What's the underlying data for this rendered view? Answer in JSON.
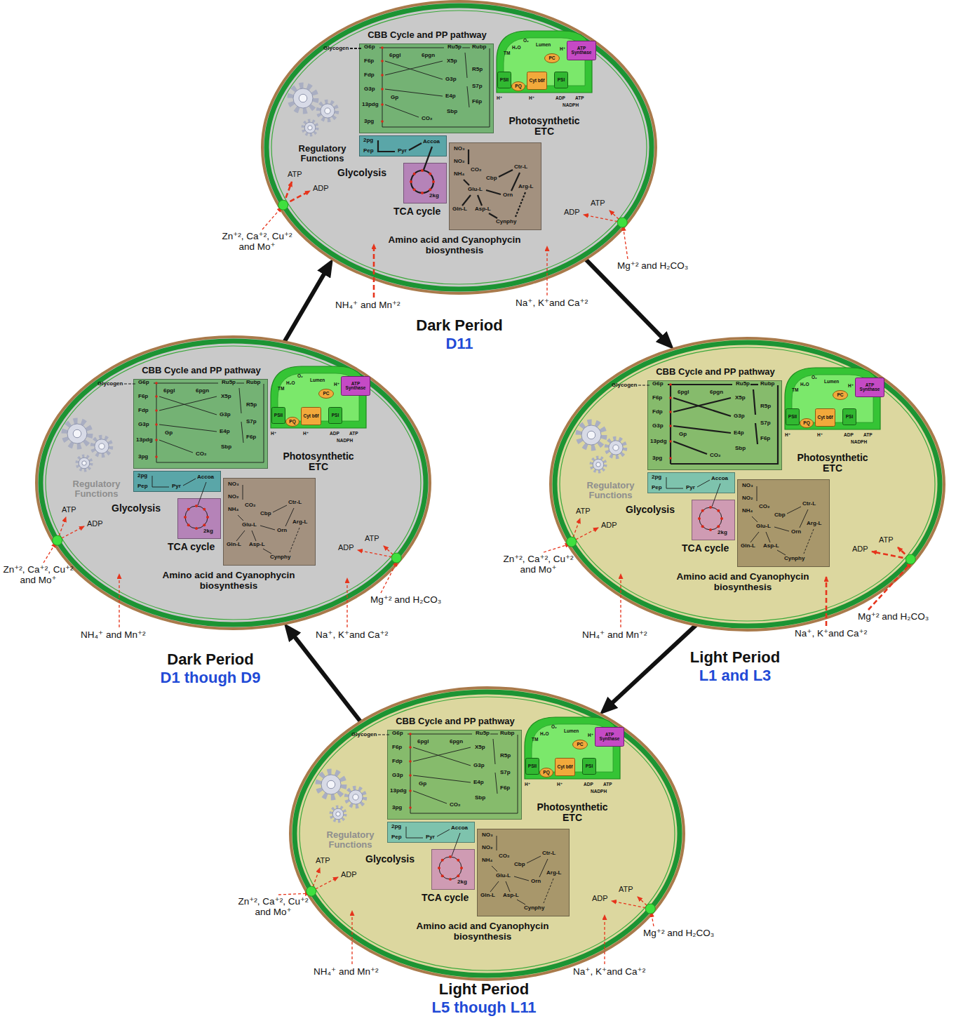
{
  "diagram": {
    "nodes": [
      {
        "text": [
          "Dark Period",
          "D11"
        ]
      },
      {
        "text": [
          "CBB Cycle and PP pathway"
        ],
        "in": 0
      },
      {
        "text": [
          "Photosynthetic ETC"
        ],
        "in": 0
      },
      {
        "text": [
          "PC"
        ],
        "in": 2
      },
      {
        "text": [
          "ATP Synthase"
        ],
        "in": 2
      },
      {
        "text": [
          "PSII"
        ],
        "in": 2
      },
      {
        "text": [
          "PQ"
        ],
        "in": 2
      },
      {
        "text": [
          "Cyt b6f"
        ],
        "in": 2
      },
      {
        "text": [
          "PSI"
        ],
        "in": 2
      },
      {
        "text": [
          "Glycolysis"
        ],
        "in": 0
      },
      {
        "text": [
          "TCA cycle"
        ],
        "in": 0
      },
      {
        "text": [
          "Amino acid and Cyanophycin biosynthesis"
        ],
        "in": 0
      },
      {
        "text": [
          "Dark Period",
          "D1 though D9"
        ]
      },
      {
        "text": [
          "CBB Cycle and PP pathway"
        ],
        "in": 12
      },
      {
        "text": [
          "Photosynthetic ETC"
        ],
        "in": 12
      },
      {
        "text": [
          "PC"
        ],
        "in": 14
      },
      {
        "text": [
          "ATP Synthase"
        ],
        "in": 14
      },
      {
        "text": [
          "PSII"
        ],
        "in": 14
      },
      {
        "text": [
          "PQ"
        ],
        "in": 14
      },
      {
        "text": [
          "Cyt b6f"
        ],
        "in": 14
      },
      {
        "text": [
          "PSI"
        ],
        "in": 14
      },
      {
        "text": [
          "Glycolysis"
        ],
        "in": 12
      },
      {
        "text": [
          "TCA cycle"
        ],
        "in": 12
      },
      {
        "text": [
          "Amino acid and Cyanophycin biosynthesis"
        ],
        "in": 12
      },
      {
        "text": [
          "Light Period",
          "L1 and L3"
        ]
      },
      {
        "text": [
          "CBB Cycle and PP pathway"
        ],
        "in": 24
      },
      {
        "text": [
          "Photosynthetic ETC"
        ],
        "in": 24
      },
      {
        "text": [
          "PC"
        ],
        "in": 26
      },
      {
        "text": [
          "ATP Synthase"
        ],
        "in": 26
      },
      {
        "text": [
          "PSII"
        ],
        "in": 26
      },
      {
        "text": [
          "PQ"
        ],
        "in": 26
      },
      {
        "text": [
          "Cyt b6f"
        ],
        "in": 26
      },
      {
        "text": [
          "PSI"
        ],
        "in": 26
      },
      {
        "text": [
          "Glycolysis"
        ],
        "in": 24
      },
      {
        "text": [
          "TCA cycle"
        ],
        "in": 24
      },
      {
        "text": [
          "Amino acid and Cyanophycin biosynthesis"
        ],
        "in": 24
      },
      {
        "text": [
          "Light Period",
          "L5 though L11"
        ]
      },
      {
        "text": [
          "CBB Cycle and PP pathway"
        ],
        "in": 36
      },
      {
        "text": [
          "Photosynthetic ETC"
        ],
        "in": 36
      },
      {
        "text": [
          "PC"
        ],
        "in": 38
      },
      {
        "text": [
          "ATP Synthase"
        ],
        "in": 38
      },
      {
        "text": [
          "PSII"
        ],
        "in": 38
      },
      {
        "text": [
          "PQ"
        ],
        "in": 38
      },
      {
        "text": [
          "Cyt b6f"
        ],
        "in": 38
      },
      {
        "text": [
          "PSI"
        ],
        "in": 38
      },
      {
        "text": [
          "Glycolysis"
        ],
        "in": 36
      },
      {
        "text": [
          "TCA cycle"
        ],
        "in": 36
      },
      {
        "text": [
          "Amino acid and Cyanophycin biosynthesis"
        ],
        "in": 36
      }
    ],
    "edges": [
      {
        "from": 0,
        "to": 24,
        "arrow": "to"
      },
      {
        "from": 24,
        "to": 36,
        "arrow": "to"
      },
      {
        "from": 36,
        "to": 12,
        "arrow": "to"
      },
      {
        "from": 12,
        "to": 0,
        "arrow": "to"
      }
    ],
    "labels": [
      "Regulatory Functions",
      "Glycogen",
      "G6p",
      "6pgl",
      "6pgn",
      "Ru5p",
      "Rubp",
      "F6p",
      "X5p",
      "R5p",
      "Fdp",
      "G3p",
      "S7p",
      "G3p",
      "Gp",
      "E4p",
      "F6p",
      "13pdg",
      "Sbp",
      "CO₂",
      "3pg",
      "TM",
      "H₂O",
      "O₂",
      "Lumen",
      "H⁺",
      "H⁺",
      "H⁺",
      "ADP",
      "ATP",
      "NADPH",
      "2pg",
      "Pep",
      "Pyr",
      "Accoa",
      "2kg",
      "NO₃",
      "NO₂",
      "CO₂",
      "NH₄",
      "Cbp",
      "Ctr-L",
      "Glu-L",
      "Orn",
      "Arg-L",
      "Gln-L",
      "Asp-L",
      "Cynphy",
      "ATP",
      "ADP",
      "ATP",
      "ADP",
      "Zn⁺², Ca⁺², Cu⁺² and Mo⁺",
      "Mg⁺² and H₂CO₃",
      "NH₄⁺ and Mn⁺²",
      "Na⁺, K⁺and Ca⁺²",
      "Regulatory Functions",
      "Glycogen",
      "G6p",
      "6pgl",
      "6pgn",
      "Ru5p",
      "Rubp",
      "F6p",
      "X5p",
      "R5p",
      "Fdp",
      "G3p",
      "S7p",
      "G3p",
      "Gp",
      "E4p",
      "F6p",
      "13pdg",
      "Sbp",
      "CO₂",
      "3pg",
      "TM",
      "H₂O",
      "O₂",
      "Lumen",
      "H⁺",
      "H⁺",
      "H⁺",
      "ADP",
      "ATP",
      "NADPH",
      "2pg",
      "Pep",
      "Pyr",
      "Accoa",
      "2kg",
      "NO₃",
      "NO₂",
      "CO₂",
      "NH₄",
      "Cbp",
      "Ctr-L",
      "Glu-L",
      "Orn",
      "Arg-L",
      "Gln-L",
      "Asp-L",
      "Cynphy",
      "ATP",
      "ADP",
      "ATP",
      "ADP",
      "Zn⁺², Ca⁺², Cu⁺² and Mo⁺",
      "Mg⁺² and H₂CO₃",
      "NH₄⁺ and Mn⁺²",
      "Na⁺, K⁺and Ca⁺²",
      "Regulatory Functions",
      "Glycogen",
      "G6p",
      "6pgl",
      "6pgn",
      "Ru5p",
      "Rubp",
      "F6p",
      "X5p",
      "R5p",
      "Fdp",
      "G3p",
      "S7p",
      "G3p",
      "Gp",
      "E4p",
      "F6p",
      "13pdg",
      "Sbp",
      "CO₂",
      "3pg",
      "TM",
      "H₂O",
      "O₂",
      "Lumen",
      "H⁺",
      "H⁺",
      "H⁺",
      "ADP",
      "ATP",
      "NADPH",
      "2pg",
      "Pep",
      "Pyr",
      "Accoa",
      "2kg",
      "NO₃",
      "NO₂",
      "CO₂",
      "NH₄",
      "Cbp",
      "Ctr-L",
      "Glu-L",
      "Orn",
      "Arg-L",
      "Gln-L",
      "Asp-L",
      "Cynphy",
      "ATP",
      "ADP",
      "ATP",
      "ADP",
      "Zn⁺², Ca⁺², Cu⁺² and Mo⁺",
      "Mg⁺² and H₂CO₃",
      "NH₄⁺ and Mn⁺²",
      "Na⁺, K⁺and Ca⁺²",
      "Regulatory Functions",
      "Glycogen",
      "G6p",
      "6pgl",
      "6pgn",
      "Ru5p",
      "Rubp",
      "F6p",
      "X5p",
      "R5p",
      "Fdp",
      "G3p",
      "S7p",
      "G3p",
      "Gp",
      "E4p",
      "F6p",
      "13pdg",
      "Sbp",
      "CO₂",
      "3pg",
      "TM",
      "H₂O",
      "O₂",
      "Lumen",
      "H⁺",
      "H⁺",
      "H⁺",
      "ADP",
      "ATP",
      "NADPH",
      "2pg",
      "Pep",
      "Pyr",
      "Accoa",
      "2kg",
      "NO₃",
      "NO₂",
      "CO₂",
      "NH₄",
      "Cbp",
      "Ctr-L",
      "Glu-L",
      "Orn",
      "Arg-L",
      "Gln-L",
      "Asp-L",
      "Cynphy",
      "ATP",
      "ADP",
      "ATP",
      "ADP",
      "Zn⁺², Ca⁺², Cu⁺² and Mo⁺",
      "Mg⁺² and H₂CO₃",
      "NH₄⁺ and Mn⁺²",
      "Na⁺, K⁺and Ca⁺²"
    ]
  }
}
